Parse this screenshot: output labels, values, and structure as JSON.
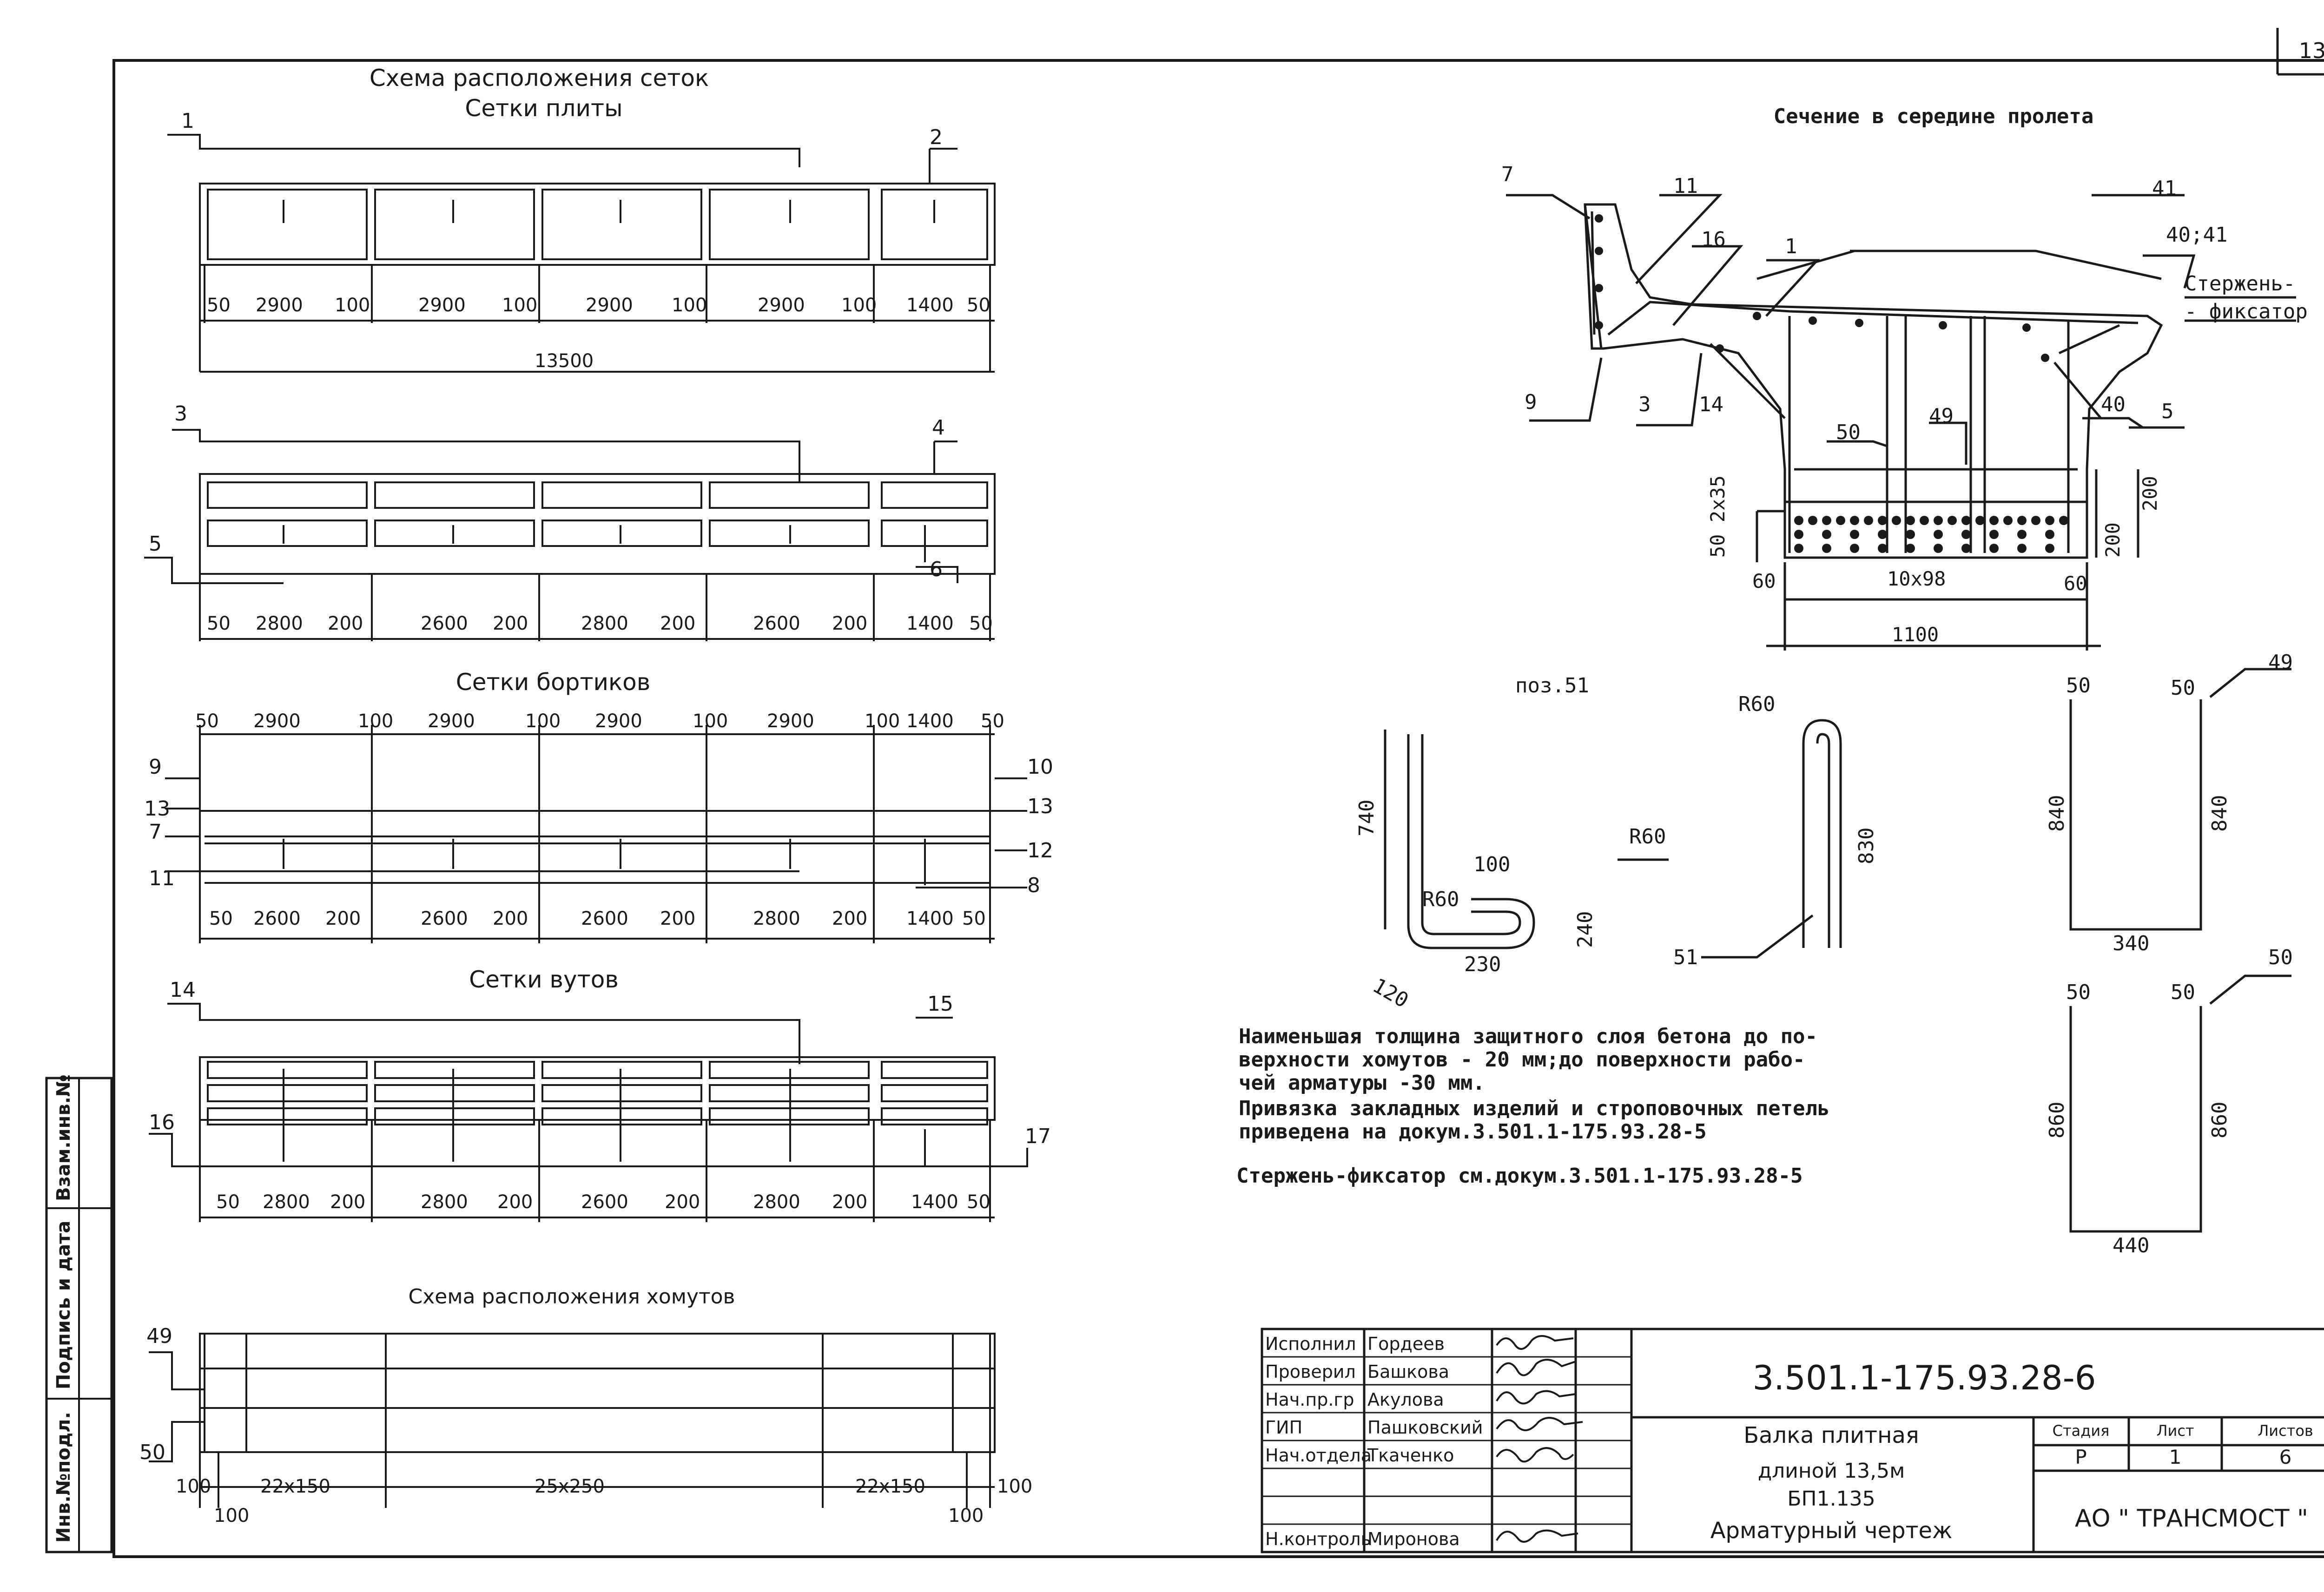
{
  "page_number": "13",
  "left": {
    "title1": "Схема расположения сеток",
    "title2": "Сетки плиты",
    "plate_top": {
      "pos_left": "1",
      "pos_right": "2",
      "dims": [
        "50",
        "2900",
        "100",
        "2900",
        "100",
        "2900",
        "100",
        "2900",
        "100",
        "1400",
        "50"
      ],
      "total": "13500"
    },
    "plate_bottom": {
      "pos_top_left": "3",
      "pos_top_right": "4",
      "pos_left": "5",
      "pos_right": "6",
      "dims": [
        "50",
        "2800",
        "200",
        "2600",
        "200",
        "2800",
        "200",
        "2600",
        "200",
        "1400",
        "50"
      ]
    },
    "bort_title": "Сетки бортиков",
    "bort": {
      "dims_top": [
        "50",
        "2900",
        "100",
        "2900",
        "100",
        "2900",
        "100",
        "2900",
        "100",
        "1400",
        "50"
      ],
      "pos_left": [
        "9",
        "13",
        "7",
        "11"
      ],
      "pos_right": [
        "10",
        "13",
        "12",
        "8"
      ],
      "dims_bottom": [
        "50",
        "2600",
        "200",
        "2600",
        "200",
        "2600",
        "200",
        "2800",
        "200",
        "1400",
        "50"
      ]
    },
    "vut_title": "Сетки вутов",
    "vut": {
      "pos_top_left": "14",
      "pos_top_right": "15",
      "pos_left": "16",
      "pos_right": "17",
      "dims": [
        "50",
        "2800",
        "200",
        "2800",
        "200",
        "2600",
        "200",
        "2800",
        "200",
        "1400",
        "50"
      ]
    },
    "stirrup_title": "Схема расположения хомутов",
    "stirrup": {
      "pos_top": "49",
      "pos_bottom": "50",
      "dims": [
        "100",
        "22x150",
        "25x250",
        "22x150",
        "100"
      ],
      "dim_left_under": "100",
      "dim_right_under": "100"
    }
  },
  "section": {
    "title": "Сечение в середине пролета",
    "labels": [
      "7",
      "11",
      "16",
      "1",
      "41",
      "40;41",
      "Стержень-",
      "- фиксатор",
      "9",
      "3",
      "14",
      "40",
      "5",
      "50",
      "49"
    ],
    "dims": {
      "v1": "50 2x35",
      "v2": "200",
      "v3": "200",
      "bottom1": "60",
      "bottom2": "10x98",
      "bottom3": "60",
      "total": "1100"
    }
  },
  "details": {
    "pos51_label": "поз.51",
    "hook": {
      "h": "740",
      "r1": "R60",
      "w1": "100",
      "h2": "240",
      "w2": "230",
      "d": "120",
      "r2": "R60"
    },
    "loop": {
      "r": "R60",
      "h": "830",
      "pos": "51"
    },
    "stirrup49": {
      "pos": "49",
      "a": "50",
      "b": "50",
      "h1": "840",
      "h2": "840",
      "w": "340"
    },
    "stirrup50": {
      "pos": "50",
      "a": "50",
      "b": "50",
      "h1": "860",
      "h2": "860",
      "w": "440"
    }
  },
  "notes": [
    "Наименьшая толщина защитного слоя бетона до по-",
    "верхности хомутов - 20 мм;до поверхности рабо-",
    "чей арматуры -30 мм.",
    "Привязка закладных изделий и строповочных петель",
    "приведена на докум.3.501.1-175.93.28-5",
    "Стержень-фиксатор см.докум.3.501.1-175.93.28-5"
  ],
  "side_stamp": [
    "Инв.№подл.",
    "Подпись и дата",
    "Взам.инв.№"
  ],
  "title_block": {
    "roles": [
      "Исполнил",
      "Проверил",
      "Нач.пр.гр",
      "ГИП",
      "Нач.отдела",
      "",
      "",
      "Н.контроль"
    ],
    "names": [
      "Гордеев",
      "Башкова",
      "Акулова",
      "Пашковский",
      "Ткаченко",
      "",
      "",
      "Миронова"
    ],
    "doc_code": "3.501.1-175.93.28-6",
    "desc": [
      "Балка плитная",
      "длиной 13,5м",
      "БП1.135",
      "Арматурный чертеж"
    ],
    "stage_h": "Стадия",
    "sheet_h": "Лист",
    "sheets_h": "Листов",
    "stage": "Р",
    "sheet": "1",
    "sheets": "6",
    "org": "АО \" ТРАНСМОСТ \""
  }
}
